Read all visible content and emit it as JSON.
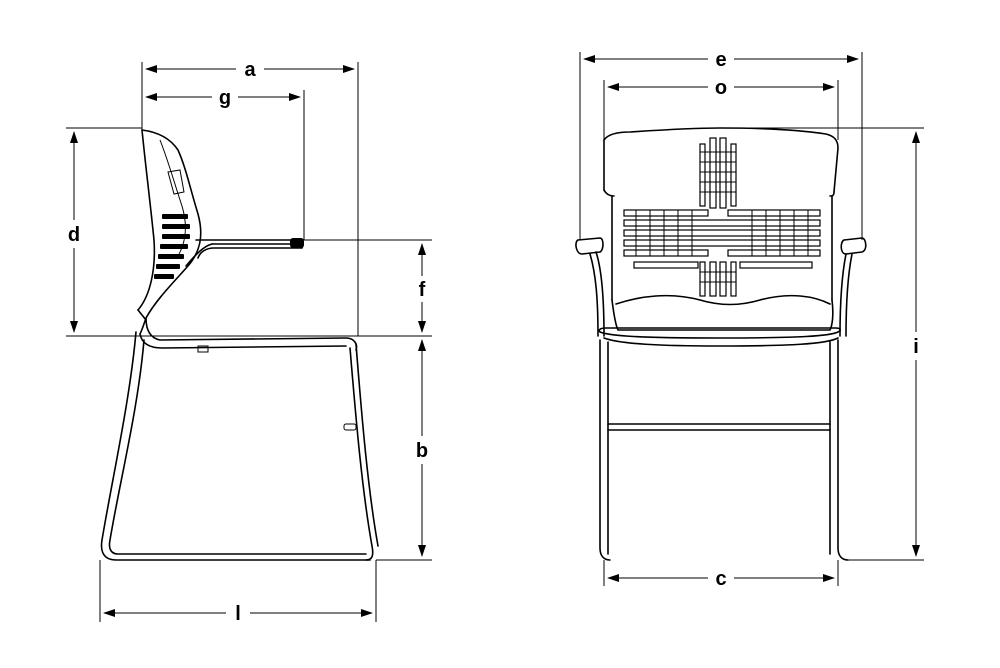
{
  "dimension_labels": {
    "a": "a",
    "g": "g",
    "d": "d",
    "f": "f",
    "b": "b",
    "l": "l",
    "e": "e",
    "o": "o",
    "c": "c",
    "i": "i"
  }
}
